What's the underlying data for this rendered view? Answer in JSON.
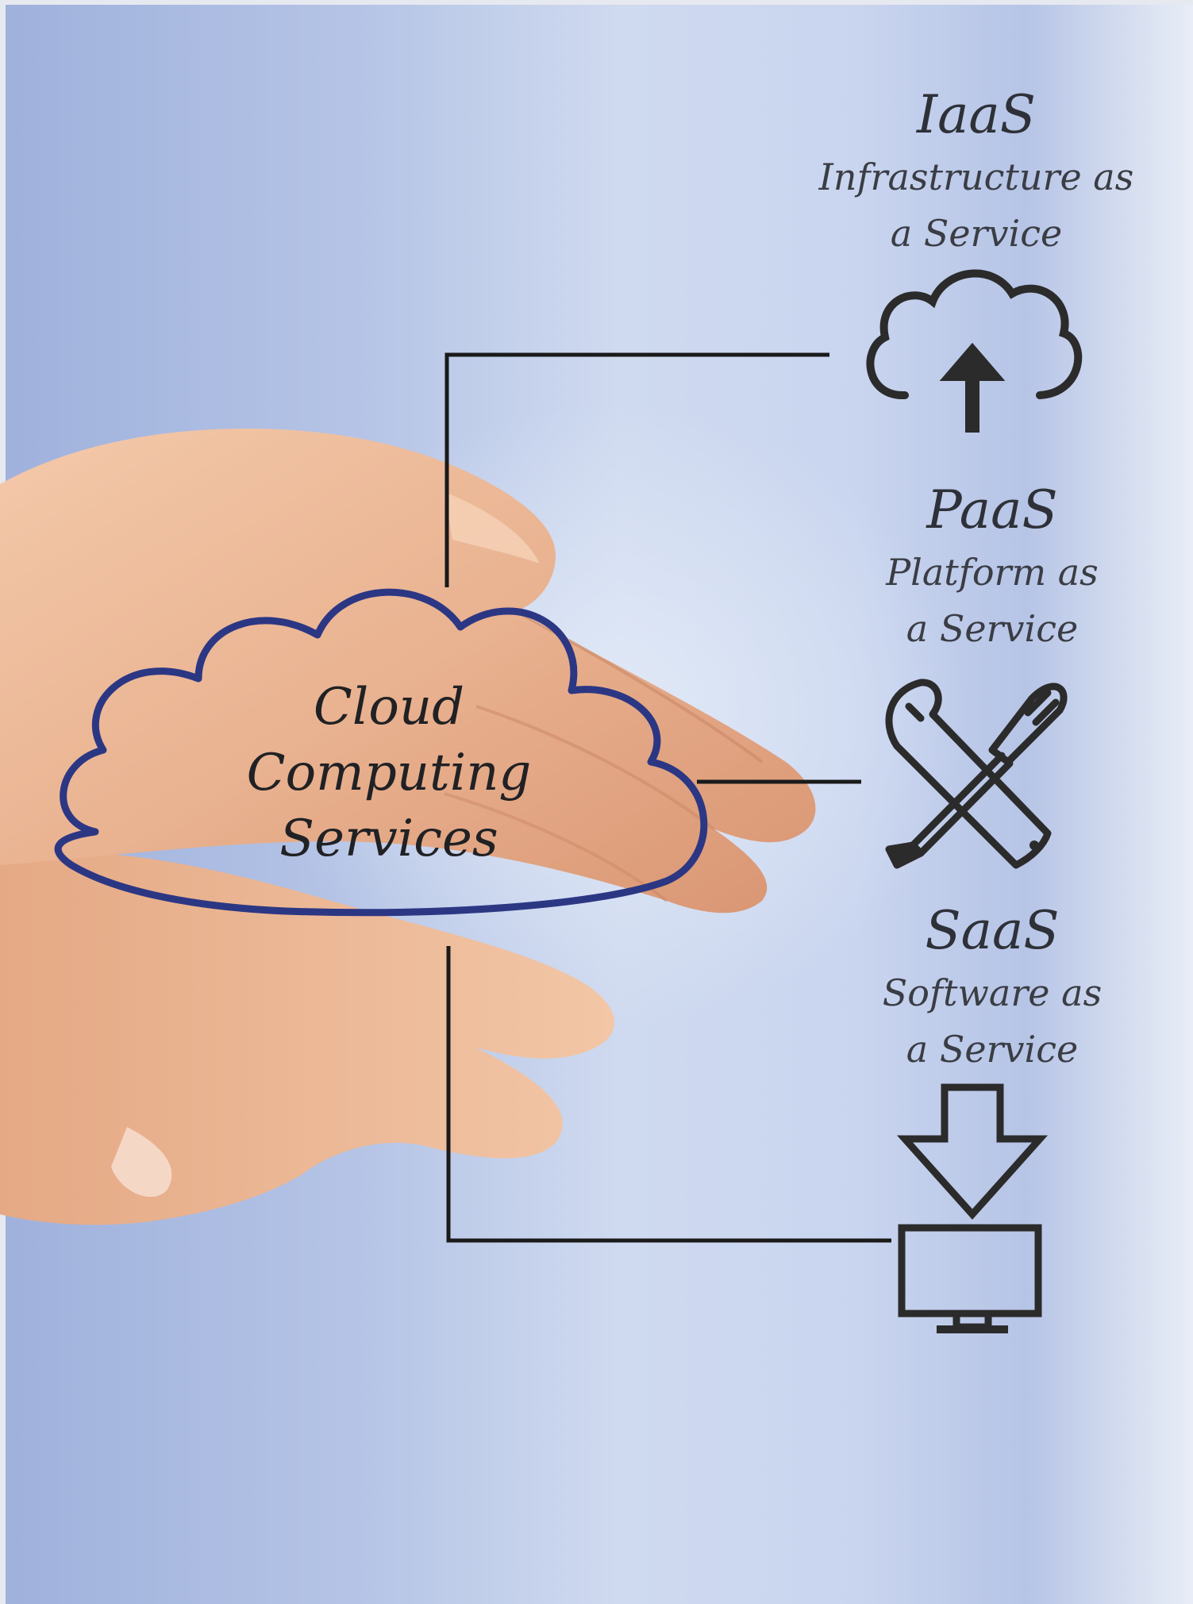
{
  "center": {
    "lines": [
      "Cloud",
      "Computing",
      "Services"
    ],
    "outline_color": "#2c3784"
  },
  "services": [
    {
      "abbr": "IaaS",
      "line1": "Infrastructure as",
      "line2": "a Service",
      "icon": "cloud-upload-icon"
    },
    {
      "abbr": "PaaS",
      "line1": "Platform as",
      "line2": "a Service",
      "icon": "wrench-screwdriver-icon"
    },
    {
      "abbr": "SaaS",
      "line1": "Software as",
      "line2": "a Service",
      "icon": "download-monitor-icon"
    }
  ],
  "colors": {
    "background": "#bfcdeb",
    "connector": "#1a1a1a",
    "icon": "#2b2b2b",
    "text": "#3a3d44"
  }
}
